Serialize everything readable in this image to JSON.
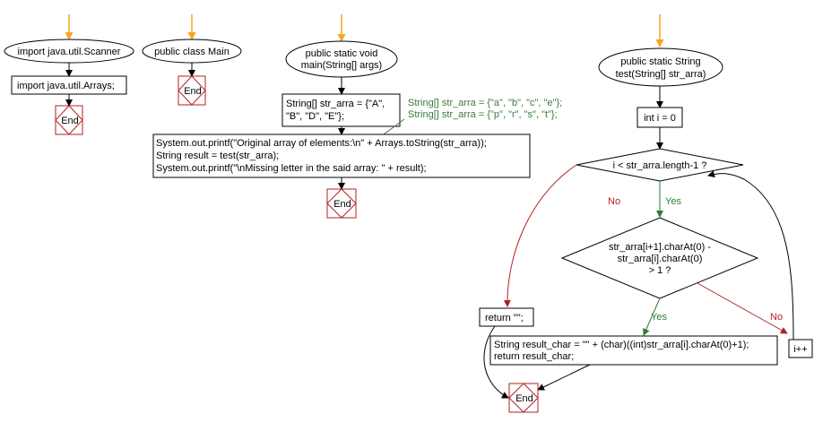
{
  "flow1": {
    "start": "import java.util.Scanner",
    "step": "import java.util.Arrays;",
    "end": "End"
  },
  "flow2": {
    "start": "public class Main",
    "end": "End"
  },
  "flow3": {
    "start_line1": "public static void",
    "start_line2": "main(String[] args)",
    "init_line1": "String[] str_arra = {\"A\",",
    "init_line2": "\"B\", \"D\", \"E\"};",
    "comment_line1": "String[] str_arra = {\"a\", \"b\", \"c\", \"e\"};",
    "comment_line2": "String[] str_arra = {\"p\", \"r\", \"s\", \"t\"};",
    "print_line1": "System.out.printf(\"Original array of elements:\\n\" + Arrays.toString(str_arra));",
    "print_line2": "String result = test(str_arra);",
    "print_line3": "System.out.printf(\"\\nMissing letter in the said array: \" + result);",
    "end": "End"
  },
  "flow4": {
    "start_line1": "public static String",
    "start_line2": "test(String[] str_arra)",
    "init": "int i = 0",
    "loop_cond": "i < str_arra.length-1 ?",
    "inner_line1": "str_arra[i+1].charAt(0) -",
    "inner_line2": "str_arra[i].charAt(0)",
    "inner_line3": "> 1 ?",
    "return_empty": "return \"\";",
    "result_line1": "String result_char = \"\" + (char)((int)str_arra[i].charAt(0)+1);",
    "result_line2": "return result_char;",
    "increment": "i++",
    "end": "End",
    "label_no": "No",
    "label_yes": "Yes",
    "label_yes2": "Yes",
    "label_no2": "No"
  },
  "colors": {
    "start_arrow": "#f5a623",
    "arrow": "#000000",
    "end_border": "#b22222",
    "no_line": "#b22222",
    "yes_line": "#2e7d32",
    "comment_text": "#3a7a3a"
  }
}
